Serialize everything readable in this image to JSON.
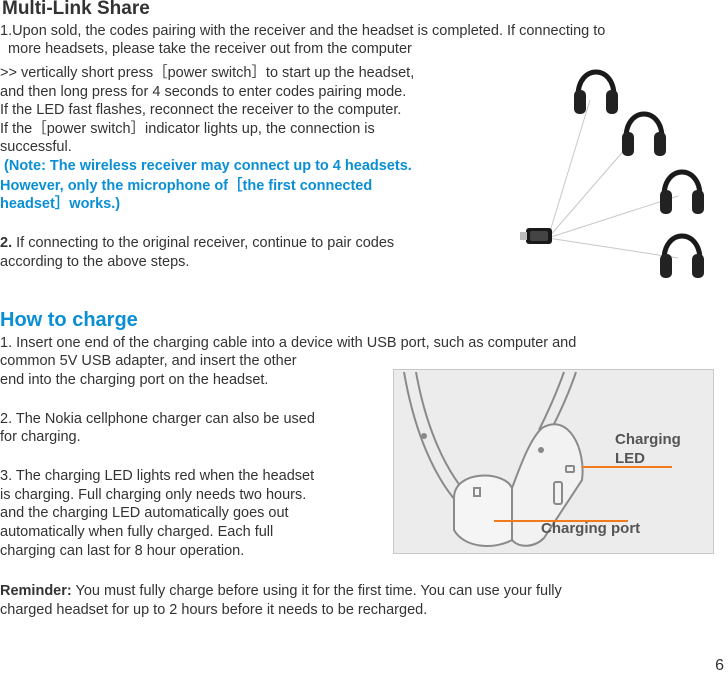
{
  "share": {
    "title": "Multi-Link Share",
    "lines": [
      "1.Upon sold, the codes pairing with the receiver and the headset is completed. If connecting to",
      "  more headsets, please take the receiver out from the computer",
      ">> vertically short press［power switch］to start up the headset,",
      "and then long press for 4 seconds to enter codes pairing mode.",
      "If the LED fast flashes, reconnect the receiver to the computer.",
      "If the［power switch］indicator lights up, the connection is",
      "successful."
    ],
    "note_lines": [
      " (Note: The wireless receiver may connect up to 4 headsets.",
      "However, only the microphone of［the first connected",
      "headset］works.)"
    ],
    "step2_num": "2.",
    "step2_lines": [
      " If connecting to the original receiver, continue to pair codes",
      "according to the above steps."
    ]
  },
  "charge": {
    "title": "How to charge",
    "lines": [
      "1. Insert one end of the charging cable into a device with USB port, such as computer and",
      "common 5V USB adapter, and insert the other",
      "end into the charging port on the headset.",
      "",
      "2. The Nokia cellphone charger can also be used",
      "for charging.",
      "",
      "3. The charging LED lights red when the headset",
      "is charging.  Full charging only needs two hours.",
      "and the charging LED automatically goes out",
      "automatically when fully charged. Each full",
      "charging can last for 8 hour operation."
    ],
    "reminder_label": "Reminder:",
    "reminder_lines": [
      " You must fully charge before using it for the first time. You can use your fully",
      "charged headset for up to 2 hours before it needs to be recharged."
    ],
    "photo_labels": {
      "led_line1": "Charging",
      "led_line2": "LED",
      "port": "Charging port"
    }
  },
  "page_number": "6",
  "colors": {
    "accent": "#0a8fd4",
    "callout": "#f07a1e"
  }
}
